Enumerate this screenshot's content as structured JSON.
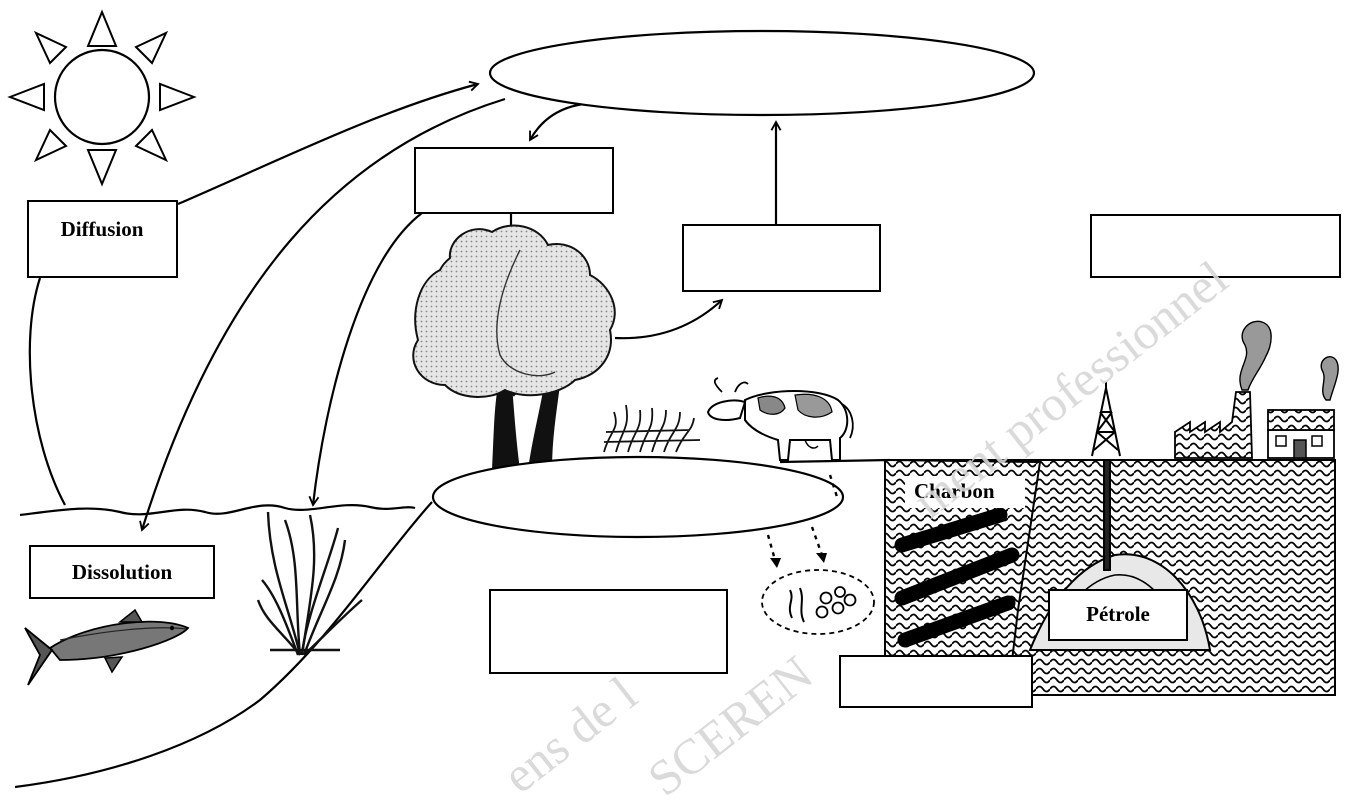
{
  "labels": {
    "diffusion": "Diffusion",
    "dissolution": "Dissolution",
    "charbon": "Charbon",
    "petrole": "Pétrole"
  },
  "blanks": {
    "ellipse_top": "",
    "ellipse_ground": "",
    "box_top_left": "",
    "box_middle": "",
    "box_right": "",
    "box_soil": "",
    "box_bottom_right": ""
  },
  "watermark": {
    "line1": "ens de l",
    "line2": "SCEREN",
    "line3": "ment professionnel"
  },
  "colors": {
    "ink": "#000000",
    "paper": "#ffffff",
    "foliage": "#dcdcdc",
    "hatch": "#000000",
    "watermark": "#d6d6d6"
  }
}
